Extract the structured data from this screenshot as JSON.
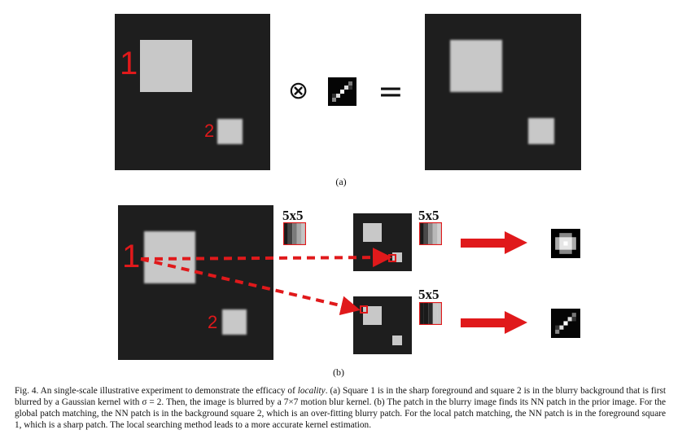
{
  "panel_a": {
    "square_labels": [
      "1",
      "2"
    ],
    "sublabel": "(a)",
    "convolve_symbol": "⊗",
    "equals_symbol": "="
  },
  "panel_b": {
    "square_labels": [
      "1",
      "2"
    ],
    "patch_size_labels": [
      "5x5",
      "5x5",
      "5x5"
    ],
    "sublabel": "(b)"
  },
  "caption": {
    "fig_label": "Fig. 4.",
    "text_1": "An single-scale illustrative experiment to demonstrate the efficacy of",
    "emph": "locality",
    "text_2": ". (a) Square 1 is in the sharp foreground and square 2 is in the blurry background that is first blurred by a Gaussian kernel with σ = 2. Then, the image is blurred by a 7×7 motion blur kernel. (b) The patch in the blurry image finds its NN patch in the prior image. For the global patch matching, the NN patch is in the background square 2, which is an over-fitting blurry patch. For the local patch matching, the NN patch is in the foreground square 1, which is a sharp patch. The local searching method leads to a more accurate kernel estimation."
  },
  "colors": {
    "panel_bg": "#1e1e1e",
    "square": "#c8c8c8",
    "annotation_red": "#e0191b"
  }
}
